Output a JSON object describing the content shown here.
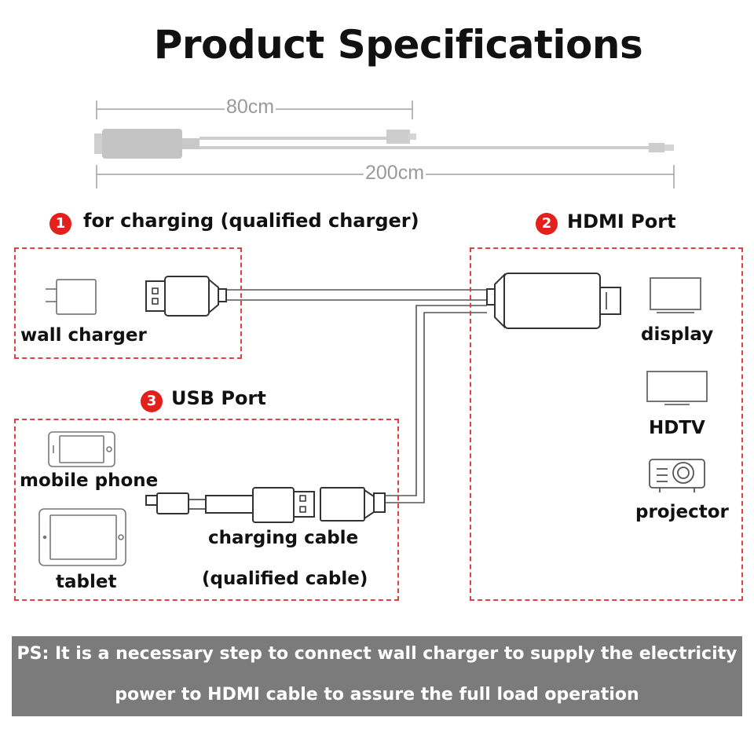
{
  "title": "Product Specifications",
  "dimensions": {
    "short_length": "80cm",
    "long_length": "200cm"
  },
  "sections": [
    {
      "number": "1",
      "label": "for charging (qualified charger)"
    },
    {
      "number": "2",
      "label": "HDMI Port"
    },
    {
      "number": "3",
      "label": "USB Port"
    }
  ],
  "devices": {
    "wall_charger": "wall charger",
    "display": "display",
    "hdtv": "HDTV",
    "projector": "projector",
    "mobile_phone": "mobile phone",
    "tablet": "tablet",
    "charging_cable": "charging cable",
    "qualified_cable": "(qualified cable)"
  },
  "note": {
    "line1": "PS: It is a necessary step to connect wall charger to supply the electricity",
    "line2": "power to HDMI cable to assure the full load operation"
  },
  "colors": {
    "badge": "#e3201b",
    "dashed_border": "#e04040",
    "note_bg": "#7b7b7b"
  },
  "icons": [
    "wall-charger-icon",
    "usb-a-plug-icon",
    "hdmi-plug-icon",
    "monitor-icon",
    "tv-icon",
    "projector-icon",
    "phone-icon",
    "tablet-icon",
    "micro-usb-plug-icon",
    "usb-a-socket-icon"
  ]
}
